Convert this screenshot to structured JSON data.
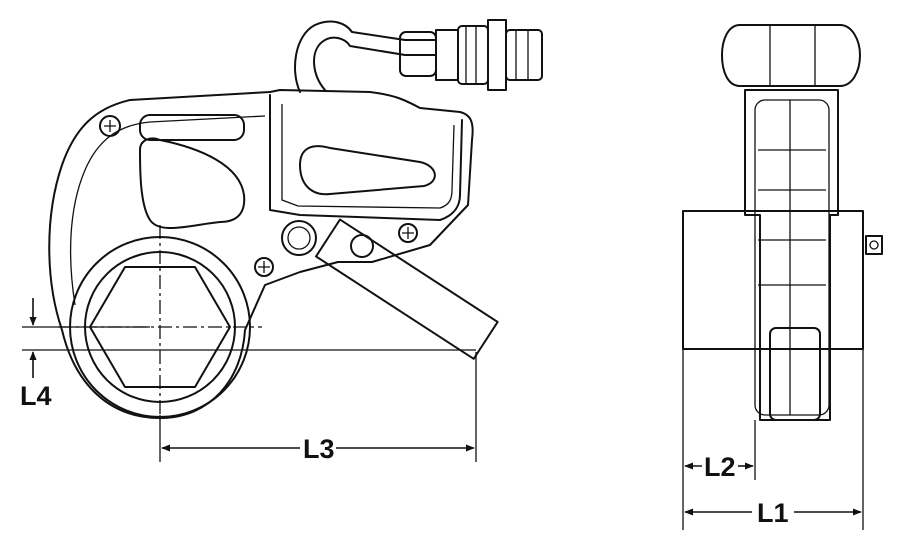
{
  "labels": {
    "l1": "L1",
    "l2": "L2",
    "l3": "L3",
    "l4": "L4"
  },
  "colors": {
    "stroke": "#111111",
    "background": "#ffffff"
  }
}
